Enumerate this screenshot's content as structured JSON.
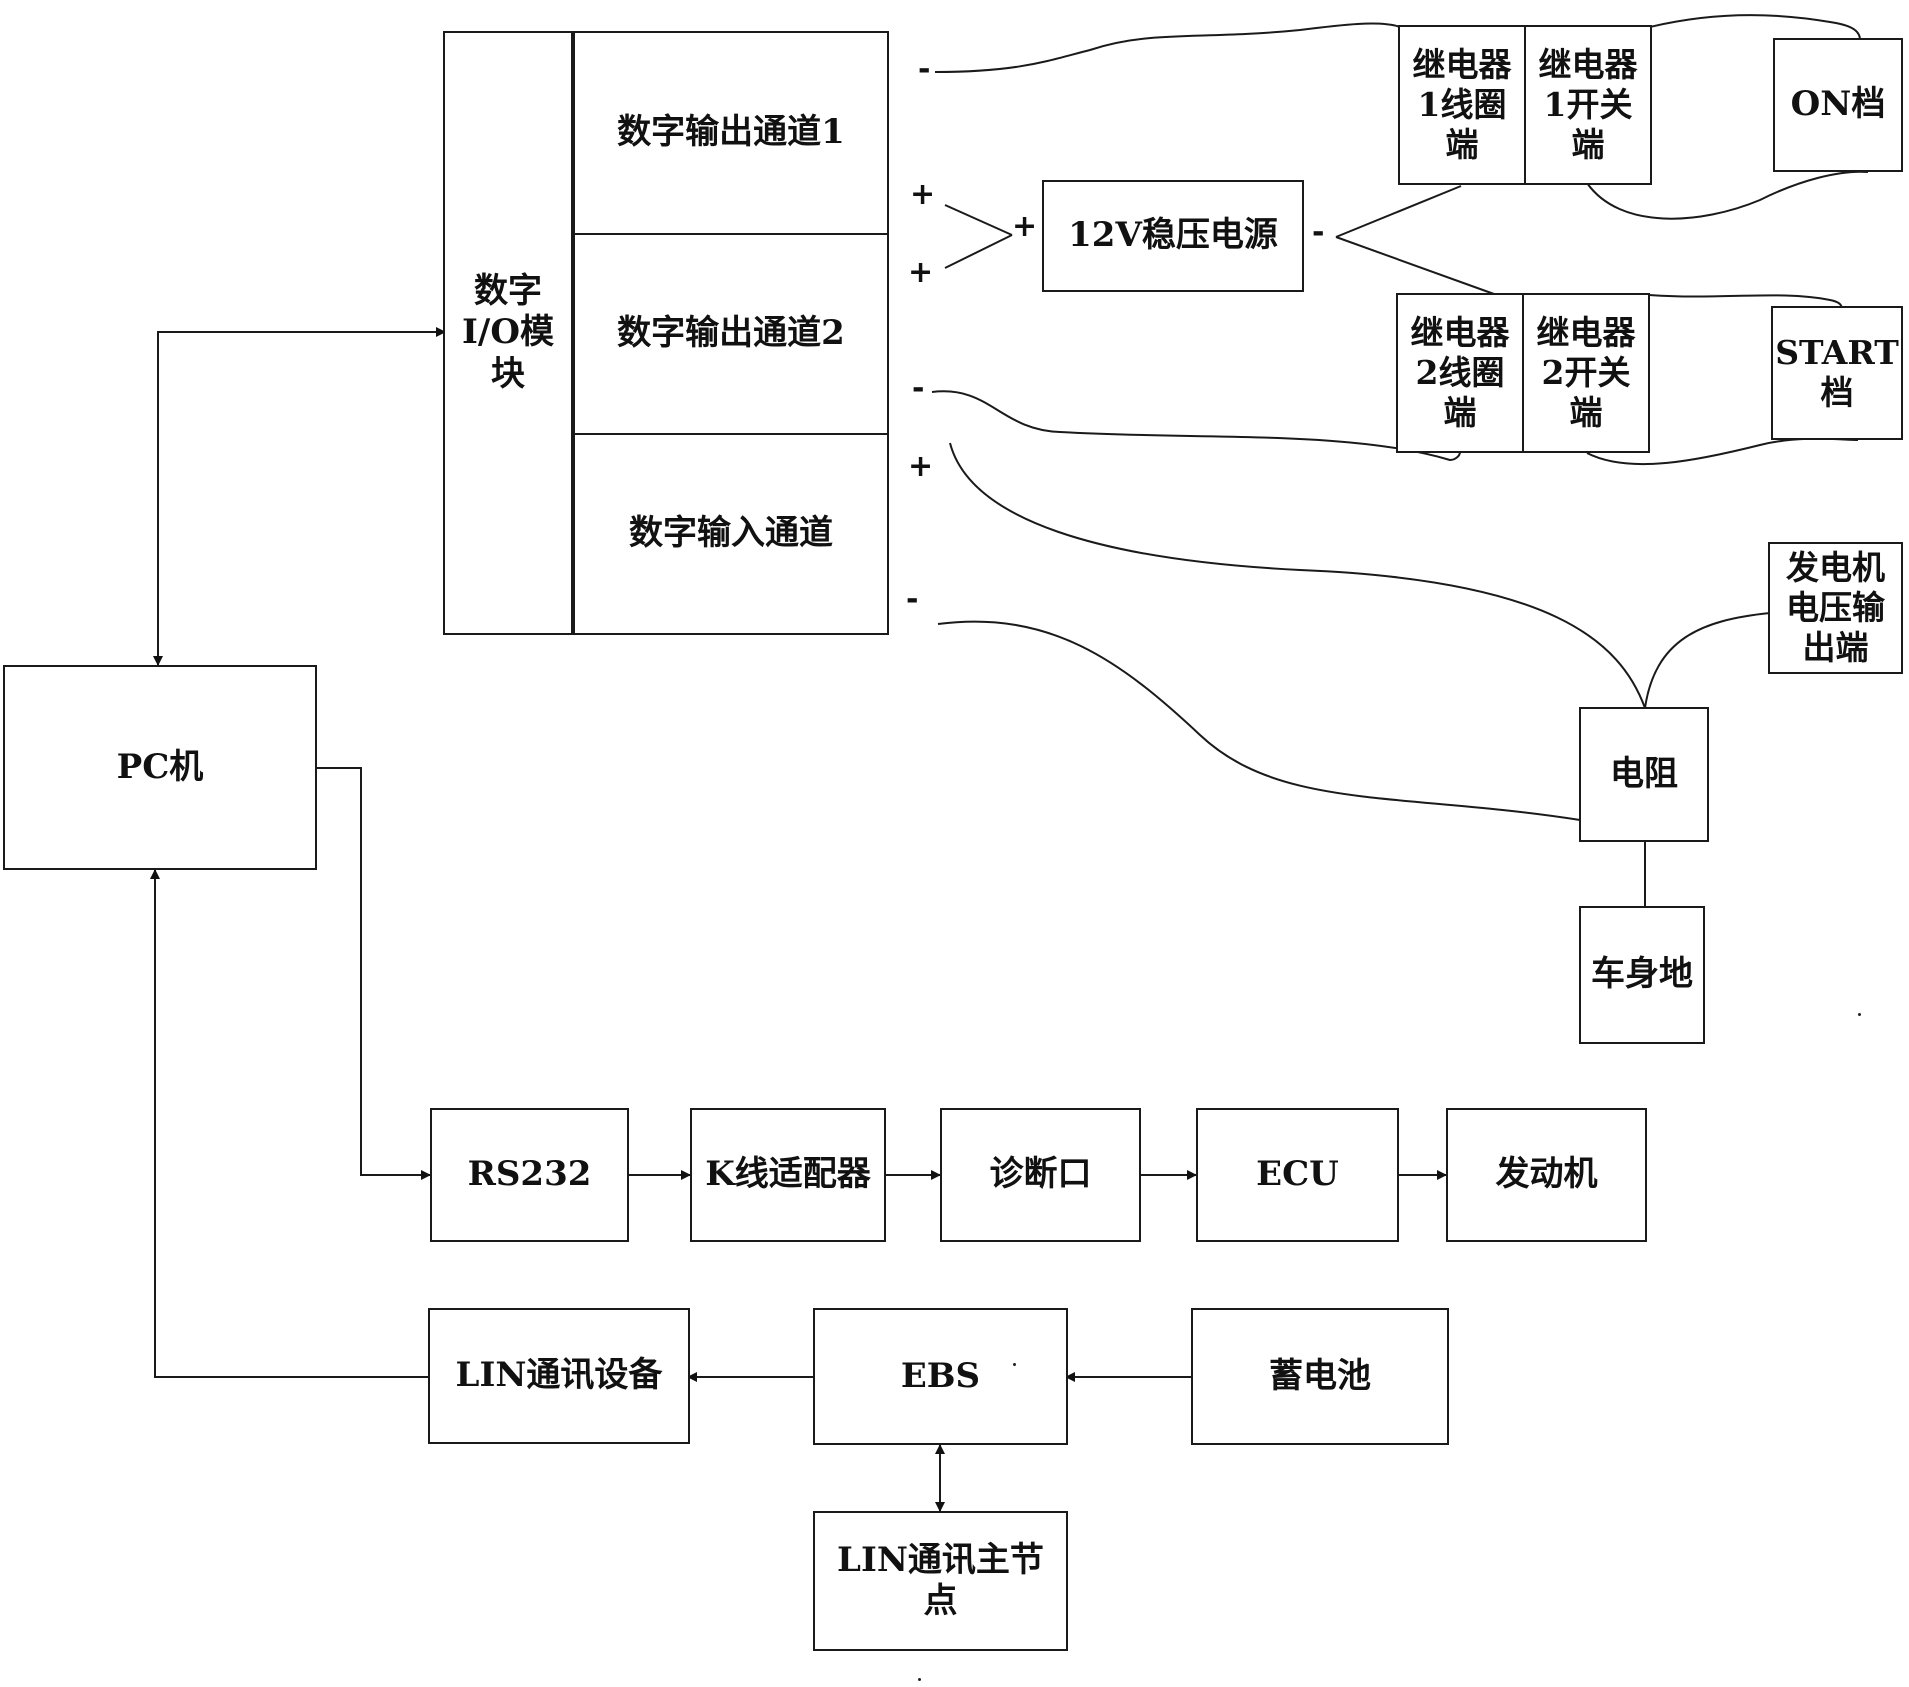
{
  "labels": {
    "io_module": "数字\nI/O模\n块",
    "dout1": "数字输出通道1",
    "dout2": "数字输出通道2",
    "din": "数字输入通道",
    "power": "12V稳压电源",
    "relay1_coil": "继电器\n1线圈\n端",
    "relay1_switch": "继电器\n1开关\n端",
    "on_gear": "ON档",
    "relay2_coil": "继电器\n2线圈\n端",
    "relay2_switch": "继电器\n2开关\n端",
    "start_gear": "START\n档",
    "generator_output": "发电机\n电压输\n出端",
    "resistor": "电阻",
    "chassis_ground": "车身地",
    "pc": "PC机",
    "rs232": "RS232",
    "k_adapter": "K线适配器",
    "diag_port": "诊断口",
    "ecu": "ECU",
    "engine": "发动机",
    "lin_device": "LIN通讯设备",
    "ebs": "EBS",
    "battery": "蓄电池",
    "lin_master": "LIN通讯主节\n点"
  },
  "signs": {
    "minus": "-",
    "plus": "+"
  }
}
